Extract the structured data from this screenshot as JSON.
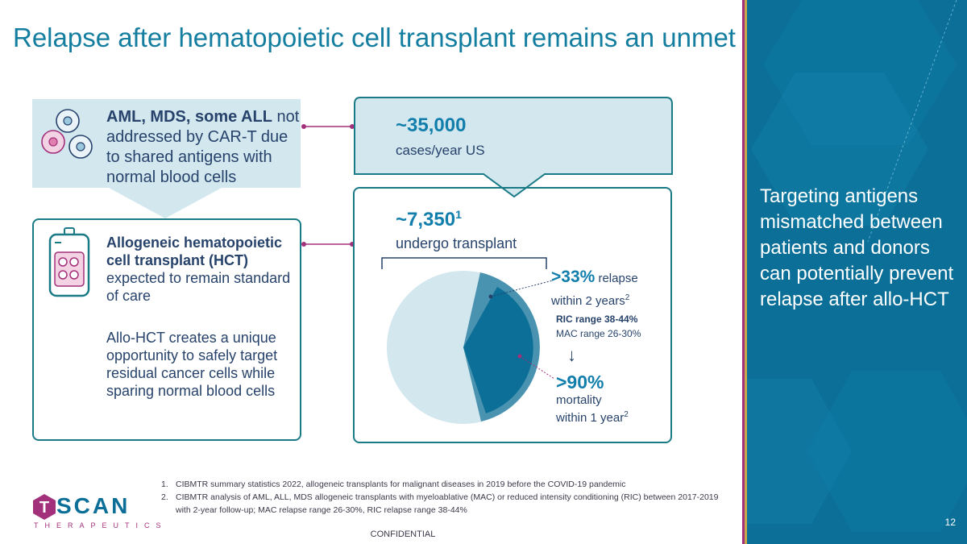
{
  "title": "Relapse after hematopoietic cell transplant remains an unmet need",
  "top_callout": {
    "bold": "AML, MDS, some ALL",
    "rest": " not addressed by CAR-T due to shared antigens with normal blood cells"
  },
  "left_box": {
    "bold": "Allogeneic hematopoietic cell transplant (HCT)",
    "rest": " expected to remain standard of care",
    "paragraph2": "Allo-HCT creates a unique opportunity to safely target residual cancer cells while sparing normal blood cells"
  },
  "cases": {
    "value": "~35,000",
    "label": "cases/year US"
  },
  "transplant": {
    "value": "~7,350",
    "sup": "1",
    "label": "undergo transplant"
  },
  "relapse": {
    "value": ">33%",
    "word": " relapse",
    "sub": "within 2 years",
    "sub_sup": "2",
    "ric": "RIC range 38-44%",
    "mac": "MAC range 26-30%",
    "arrow": "↓"
  },
  "mortality": {
    "value": ">90%",
    "label": "mortality",
    "sub": "within 1 year",
    "sub_sup": "2"
  },
  "side_panel": {
    "text": "Targeting antigens mismatched between patients and donors can potentially prevent relapse after allo-HCT",
    "page": "12"
  },
  "footnotes": [
    {
      "num": "1.",
      "text": "CIBMTR summary statistics 2022, allogeneic transplants for malignant diseases in 2019 before the COVID-19 pandemic"
    },
    {
      "num": "2.",
      "text": "CIBMTR analysis of AML, ALL, MDS allogeneic transplants with myeloablative (MAC) or reduced intensity conditioning (RIC) between 2017-2019 with 2-year follow-up; MAC relapse range 26-30%, RIC relapse range 38-44%"
    }
  ],
  "confidential": "CONFIDENTIAL",
  "logo": {
    "word": "SCAN",
    "letter": "T",
    "sub": "THERAPEUTICS"
  },
  "colors": {
    "brand_blue": "#0b6f97",
    "accent_teal": "#117eac",
    "light_blue": "#d3e7ef",
    "magenta": "#a3307a",
    "gold": "#c9a94e",
    "navy_text": "#27436b"
  },
  "icons": [
    "cells-icon",
    "blood-bag-icon",
    "pie-chart-icon"
  ]
}
